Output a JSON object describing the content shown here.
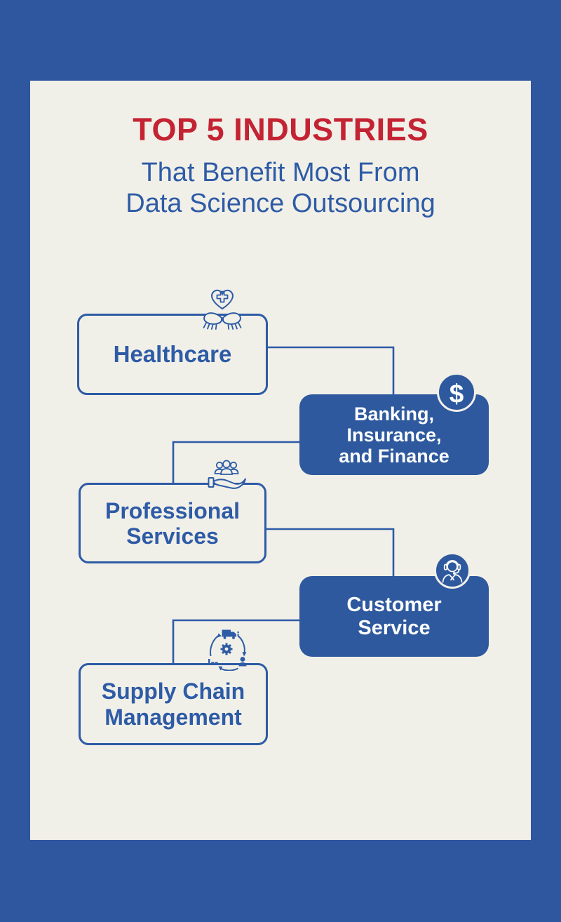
{
  "header": {
    "title": "TOP 5 INDUSTRIES",
    "subtitle_line1": "That Benefit Most From",
    "subtitle_line2": "Data Science Outsourcing"
  },
  "industries": [
    {
      "name": "Healthcare",
      "lines": [
        "Healthcare"
      ],
      "box_style": "outlined",
      "icon": "hands-holding-heart-icon"
    },
    {
      "name": "Banking, Insurance, and Finance",
      "lines": [
        "Banking,",
        "Insurance,",
        "and Finance"
      ],
      "box_style": "filled",
      "icon": "dollar-coin-icon"
    },
    {
      "name": "Professional Services",
      "lines": [
        "Professional",
        "Services"
      ],
      "box_style": "outlined",
      "icon": "hand-holding-people-icon"
    },
    {
      "name": "Customer Service",
      "lines": [
        "Customer",
        "Service"
      ],
      "box_style": "filled",
      "icon": "support-agent-icon"
    },
    {
      "name": "Supply Chain Management",
      "lines": [
        "Supply Chain",
        "Management"
      ],
      "box_style": "outlined",
      "icon": "supply-chain-cycle-icon"
    }
  ],
  "icons": {
    "dollar_symbol": "$"
  },
  "colors": {
    "frame_blue": "#2e579f",
    "box_fill_blue": "#2e599e",
    "line_and_text_blue": "#2e5ba6",
    "accent_red": "#c42333",
    "background_cream": "#f1f0e8",
    "box_text_white": "#ffffff"
  }
}
